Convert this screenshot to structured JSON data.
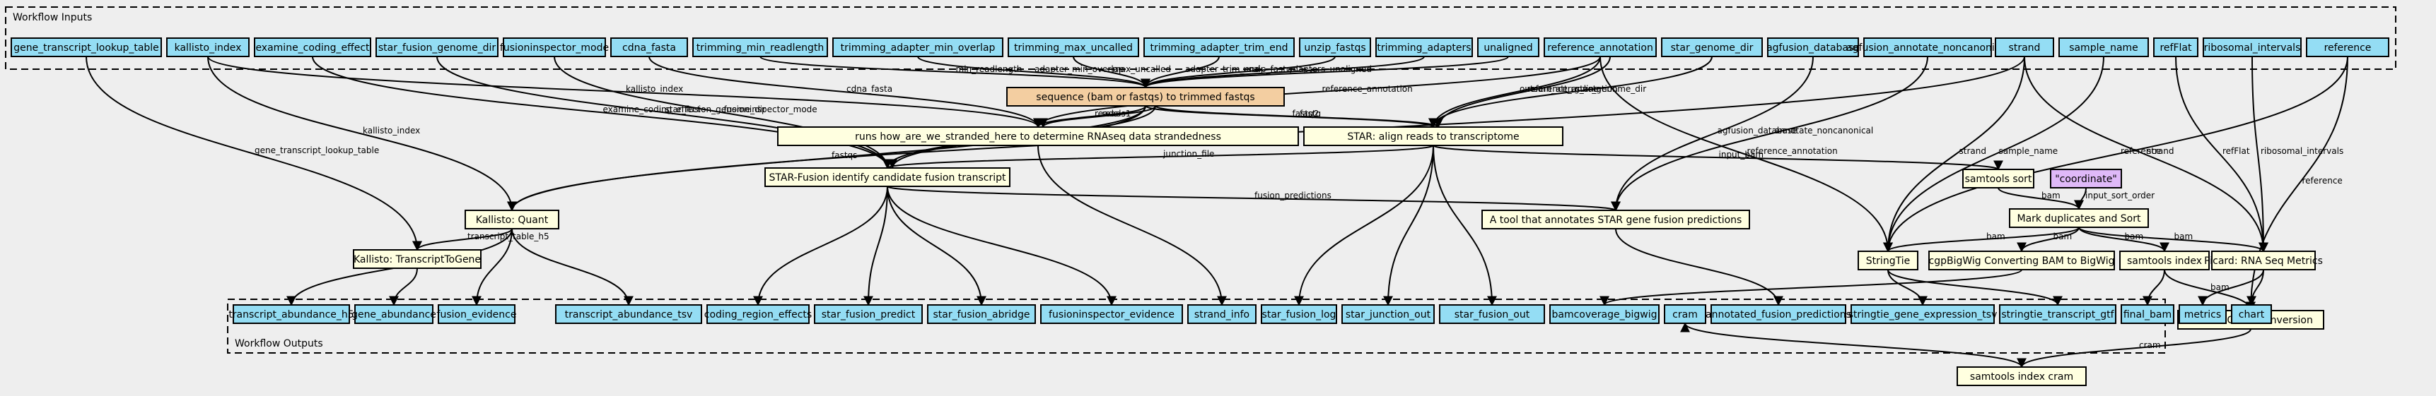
{
  "clusters": {
    "inputs_title": "Workflow Inputs",
    "outputs_title": "Workflow Outputs"
  },
  "colors": {
    "io": "#94ddf4",
    "step": "#ffffe0",
    "main_step": "#f3cea1",
    "param": "#dfb9f8",
    "background": "#eeeeee"
  },
  "inputs": [
    {
      "id": "gene_transcript_lookup_table",
      "label": "gene_transcript_lookup_table"
    },
    {
      "id": "kallisto_index",
      "label": "kallisto_index"
    },
    {
      "id": "examine_coding_effect",
      "label": "examine_coding_effect"
    },
    {
      "id": "star_fusion_genome_dir",
      "label": "star_fusion_genome_dir"
    },
    {
      "id": "fusioninspector_mode",
      "label": "fusioninspector_mode"
    },
    {
      "id": "cdna_fasta",
      "label": "cdna_fasta"
    },
    {
      "id": "trimming_min_readlength",
      "label": "trimming_min_readlength"
    },
    {
      "id": "trimming_adapter_min_overlap",
      "label": "trimming_adapter_min_overlap"
    },
    {
      "id": "trimming_max_uncalled",
      "label": "trimming_max_uncalled"
    },
    {
      "id": "trimming_adapter_trim_end",
      "label": "trimming_adapter_trim_end"
    },
    {
      "id": "unzip_fastqs",
      "label": "unzip_fastqs"
    },
    {
      "id": "trimming_adapters",
      "label": "trimming_adapters"
    },
    {
      "id": "unaligned",
      "label": "unaligned"
    },
    {
      "id": "reference_annotation",
      "label": "reference_annotation"
    },
    {
      "id": "star_genome_dir",
      "label": "star_genome_dir"
    },
    {
      "id": "agfusion_database",
      "label": "agfusion_database"
    },
    {
      "id": "agfusion_annotate_noncanonical",
      "label": "agfusion_annotate_noncanonical"
    },
    {
      "id": "strand",
      "label": "strand"
    },
    {
      "id": "sample_name",
      "label": "sample_name"
    },
    {
      "id": "refFlat",
      "label": "refFlat"
    },
    {
      "id": "ribosomal_intervals",
      "label": "ribosomal_intervals"
    },
    {
      "id": "reference",
      "label": "reference"
    }
  ],
  "steps": [
    {
      "id": "trim",
      "label": "sequence (bam or fastqs) to trimmed fastqs",
      "kind": "main_step"
    },
    {
      "id": "strandedness",
      "label": "runs how_are_we_stranded_here to determine RNAseq data strandedness",
      "kind": "step"
    },
    {
      "id": "star",
      "label": "STAR: align reads to transcriptome",
      "kind": "step"
    },
    {
      "id": "starfusion",
      "label": "STAR-Fusion identify candidate fusion transcript",
      "kind": "step"
    },
    {
      "id": "kallisto",
      "label": "Kallisto: Quant",
      "kind": "step"
    },
    {
      "id": "agfusion",
      "label": "A tool that annotates STAR gene fusion predictions",
      "kind": "step"
    },
    {
      "id": "sort",
      "label": "samtools sort",
      "kind": "step"
    },
    {
      "id": "coord",
      "label": "\"coordinate\"",
      "kind": "param"
    },
    {
      "id": "markdup",
      "label": "Mark duplicates and Sort",
      "kind": "step"
    },
    {
      "id": "tx2gene",
      "label": "Kallisto: TranscriptToGene",
      "kind": "step"
    },
    {
      "id": "stringtie",
      "label": "StringTie",
      "kind": "step"
    },
    {
      "id": "bigwig",
      "label": "cgpBigWig Converting BAM to BigWig",
      "kind": "step"
    },
    {
      "id": "index",
      "label": "samtools index",
      "kind": "step"
    },
    {
      "id": "picard",
      "label": "Picard: RNA Seq Metrics",
      "kind": "step"
    },
    {
      "id": "cram",
      "label": "BAM to CRAM conversion",
      "kind": "step"
    },
    {
      "id": "indexcram",
      "label": "samtools index cram",
      "kind": "step"
    }
  ],
  "outputs": [
    {
      "id": "transcript_abundance_h5",
      "label": "transcript_abundance_h5"
    },
    {
      "id": "gene_abundance",
      "label": "gene_abundance"
    },
    {
      "id": "fusion_evidence",
      "label": "fusion_evidence"
    },
    {
      "id": "transcript_abundance_tsv",
      "label": "transcript_abundance_tsv"
    },
    {
      "id": "coding_region_effects",
      "label": "coding_region_effects"
    },
    {
      "id": "star_fusion_predict",
      "label": "star_fusion_predict"
    },
    {
      "id": "star_fusion_abridge",
      "label": "star_fusion_abridge"
    },
    {
      "id": "fusioninspector_evidence",
      "label": "fusioninspector_evidence"
    },
    {
      "id": "strand_info",
      "label": "strand_info"
    },
    {
      "id": "star_fusion_log",
      "label": "star_fusion_log"
    },
    {
      "id": "star_junction_out",
      "label": "star_junction_out"
    },
    {
      "id": "star_fusion_out",
      "label": "star_fusion_out"
    },
    {
      "id": "bamcoverage_bigwig",
      "label": "bamcoverage_bigwig"
    },
    {
      "id": "cram",
      "label": "cram"
    },
    {
      "id": "annotated_fusion_predictions",
      "label": "annotated_fusion_predictions"
    },
    {
      "id": "stringtie_gene_expression_tsv",
      "label": "stringtie_gene_expression_tsv"
    },
    {
      "id": "stringtie_transcript_gtf",
      "label": "stringtie_transcript_gtf"
    },
    {
      "id": "final_bam",
      "label": "final_bam"
    },
    {
      "id": "metrics",
      "label": "metrics"
    },
    {
      "id": "chart",
      "label": "chart"
    }
  ],
  "edges": [
    {
      "from": "gene_transcript_lookup_table",
      "to": "tx2gene",
      "label": "gene_transcript_lookup_table"
    },
    {
      "from": "kallisto_index",
      "to": "kallisto",
      "label": "kallisto_index"
    },
    {
      "from": "kallisto_index",
      "to": "strandedness",
      "label": "kallisto_index"
    },
    {
      "from": "examine_coding_effect",
      "to": "starfusion",
      "label": "examine_coding_effect"
    },
    {
      "from": "star_fusion_genome_dir",
      "to": "starfusion",
      "label": "star_fusion_genome_dir"
    },
    {
      "from": "fusioninspector_mode",
      "to": "starfusion",
      "label": "fusioninspector_mode"
    },
    {
      "from": "cdna_fasta",
      "to": "strandedness",
      "label": "cdna_fasta"
    },
    {
      "from": "trimming_min_readlength",
      "to": "trim",
      "label": "min_readlength"
    },
    {
      "from": "trimming_adapter_min_overlap",
      "to": "trim",
      "label": "adapter_min_overlap"
    },
    {
      "from": "trimming_max_uncalled",
      "to": "trim",
      "label": "max_uncalled"
    },
    {
      "from": "trimming_adapter_trim_end",
      "to": "trim",
      "label": "adapter_trim_end"
    },
    {
      "from": "unzip_fastqs",
      "to": "trim",
      "label": "unzip_fastqs"
    },
    {
      "from": "trimming_adapters",
      "to": "trim",
      "label": "adapters"
    },
    {
      "from": "unaligned",
      "to": "trim",
      "label": "unaligned"
    },
    {
      "from": "reference_annotation",
      "to": "star",
      "label": "outsam_attrrg_line"
    },
    {
      "from": "reference_annotation",
      "to": "strandedness",
      "label": "reference_annotation"
    },
    {
      "from": "reference_annotation",
      "to": "star",
      "label": "reference_annotation"
    },
    {
      "from": "reference_annotation",
      "to": "stringtie",
      "label": "reference_annotation"
    },
    {
      "from": "star_genome_dir",
      "to": "star",
      "label": "star_genome_dir"
    },
    {
      "from": "agfusion_database",
      "to": "agfusion",
      "label": "agfusion_database"
    },
    {
      "from": "agfusion_annotate_noncanonical",
      "to": "agfusion",
      "label": "annotate_noncanonical"
    },
    {
      "from": "strand",
      "to": "kallisto",
      "label": "strand"
    },
    {
      "from": "strand",
      "to": "stringtie",
      "label": "strand"
    },
    {
      "from": "strand",
      "to": "picard",
      "label": "strand"
    },
    {
      "from": "sample_name",
      "to": "stringtie",
      "label": "sample_name"
    },
    {
      "from": "refFlat",
      "to": "picard",
      "label": "refFlat"
    },
    {
      "from": "ribosomal_intervals",
      "to": "picard",
      "label": "ribosomal_intervals"
    },
    {
      "from": "reference",
      "to": "stringtie",
      "label": "reference"
    },
    {
      "from": "reference",
      "to": "cram",
      "label": "reference"
    },
    {
      "from": "trim",
      "to": "strandedness",
      "label": "reads"
    },
    {
      "from": "trim",
      "to": "strandedness",
      "label": "reads1"
    },
    {
      "from": "trim",
      "to": "star",
      "label": "fastq2"
    },
    {
      "from": "trim",
      "to": "star",
      "label": "fastq"
    },
    {
      "from": "trim",
      "to": "starfusion",
      "label": "fastq"
    },
    {
      "from": "trim",
      "to": "starfusion",
      "label": "fastq2"
    },
    {
      "from": "trim",
      "to": "kallisto",
      "label": "fastqs"
    },
    {
      "from": "strandedness",
      "to": "strand_info",
      "label": ""
    },
    {
      "from": "star",
      "to": "starfusion",
      "label": "junction_file"
    },
    {
      "from": "star",
      "to": "sort",
      "label": "input_bam"
    },
    {
      "from": "star",
      "to": "star_fusion_log",
      "label": ""
    },
    {
      "from": "star",
      "to": "star_junction_out",
      "label": ""
    },
    {
      "from": "star",
      "to": "star_fusion_out",
      "label": ""
    },
    {
      "from": "starfusion",
      "to": "agfusion",
      "label": "fusion_predictions"
    },
    {
      "from": "starfusion",
      "to": "coding_region_effects",
      "label": ""
    },
    {
      "from": "starfusion",
      "to": "star_fusion_predict",
      "label": ""
    },
    {
      "from": "starfusion",
      "to": "star_fusion_abridge",
      "label": ""
    },
    {
      "from": "starfusion",
      "to": "fusioninspector_evidence",
      "label": ""
    },
    {
      "from": "kallisto",
      "to": "tx2gene",
      "label": "transcript_table_h5"
    },
    {
      "from": "kallisto",
      "to": "transcript_abundance_h5",
      "label": ""
    },
    {
      "from": "kallisto",
      "to": "fusion_evidence",
      "label": ""
    },
    {
      "from": "kallisto",
      "to": "transcript_abundance_tsv",
      "label": ""
    },
    {
      "from": "tx2gene",
      "to": "gene_abundance",
      "label": ""
    },
    {
      "from": "agfusion",
      "to": "annotated_fusion_predictions",
      "label": ""
    },
    {
      "from": "sort",
      "to": "markdup",
      "label": "bam"
    },
    {
      "from": "coord",
      "to": "markdup",
      "label": "input_sort_order"
    },
    {
      "from": "markdup",
      "to": "stringtie",
      "label": "bam"
    },
    {
      "from": "markdup",
      "to": "bigwig",
      "label": "bam"
    },
    {
      "from": "markdup",
      "to": "index",
      "label": "bam"
    },
    {
      "from": "markdup",
      "to": "picard",
      "label": "bam"
    },
    {
      "from": "stringtie",
      "to": "stringtie_gene_expression_tsv",
      "label": ""
    },
    {
      "from": "stringtie",
      "to": "stringtie_transcript_gtf",
      "label": ""
    },
    {
      "from": "bigwig",
      "to": "bamcoverage_bigwig",
      "label": ""
    },
    {
      "from": "index",
      "to": "final_bam",
      "label": ""
    },
    {
      "from": "index",
      "to": "cram",
      "label": "bam"
    },
    {
      "from": "picard",
      "to": "metrics",
      "label": ""
    },
    {
      "from": "picard",
      "to": "chart",
      "label": ""
    },
    {
      "from": "cram",
      "to": "indexcram",
      "label": "cram"
    },
    {
      "from": "indexcram",
      "to": "cram",
      "label": ""
    }
  ]
}
